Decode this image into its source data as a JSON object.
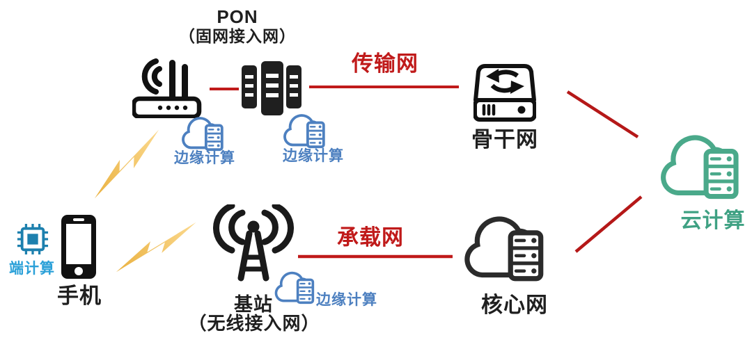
{
  "palette": {
    "link_red": "#c01a1a",
    "edge_blue": "#4d80c0",
    "device_label_blue": "#2aa0d8",
    "chip_teal": "#1d80ae",
    "cloud_green": "#3fa183",
    "icon_black": "#1f1f1f",
    "bolt_yellow": "#f4c55e"
  },
  "nodes": {
    "pon": {
      "title": "PON",
      "subtitle": "（固网接入网）",
      "icon": "server-rack-icon"
    },
    "router": {
      "icon": "wifi-router-icon"
    },
    "backbone": {
      "label": "骨干网",
      "icon": "hdd-sync-icon"
    },
    "cloud_computing": {
      "label": "云计算",
      "icon": "cloud-server-icon",
      "color": "#3fa183"
    },
    "core_network": {
      "label": "核心网",
      "icon": "cloud-server-icon",
      "color": "#2b2b2b"
    },
    "base_station": {
      "label": "基站",
      "subtitle": "（无线接入网）",
      "icon": "signal-tower-icon"
    },
    "phone": {
      "label": "手机",
      "icon": "smartphone-icon"
    },
    "device_compute": {
      "label": "端计算",
      "icon": "cpu-chip-icon",
      "color": "#1d80ae"
    },
    "edge_compute_router": {
      "label": "边缘计算",
      "icon": "cloud-server-icon",
      "color": "#4d80c0"
    },
    "edge_compute_servers": {
      "label": "边缘计算",
      "icon": "cloud-server-icon",
      "color": "#4d80c0"
    },
    "edge_compute_base": {
      "label": "边缘计算",
      "icon": "cloud-server-icon",
      "color": "#4d80c0"
    }
  },
  "links": {
    "transport": {
      "label": "传输网"
    },
    "bearer": {
      "label": "承载网"
    },
    "wireless_phone_router": {
      "icon": "lightning-bolt-icon"
    },
    "wireless_phone_base": {
      "icon": "lightning-bolt-icon"
    }
  }
}
